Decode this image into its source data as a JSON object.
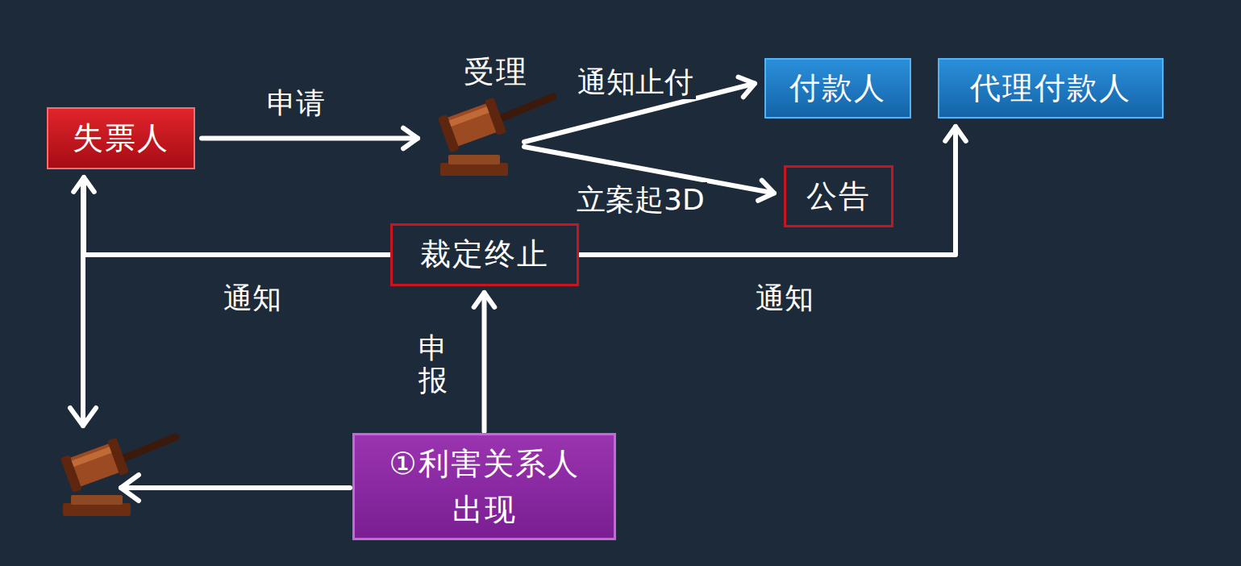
{
  "diagram": {
    "nodes": [
      {
        "text": [
          "失票人"
        ]
      },
      {
        "text": [
          "受理"
        ]
      },
      {
        "text": [
          "付款人"
        ]
      },
      {
        "text": [
          "代理付款人"
        ]
      },
      {
        "text": [
          "公告"
        ]
      },
      {
        "text": [
          "裁定终止"
        ]
      },
      {
        "text": [
          "①利害关系人 出现"
        ]
      }
    ],
    "edges": [
      {
        "from": 0,
        "to": 1,
        "label": "申请",
        "arrow": "to"
      },
      {
        "from": 1,
        "to": 2,
        "label": "通知止付",
        "arrow": "to"
      },
      {
        "from": 1,
        "to": 4,
        "label": "立案起3D",
        "arrow": "to"
      },
      {
        "from": 5,
        "to": 0,
        "label": "通知",
        "arrow": "to"
      },
      {
        "from": 5,
        "to": 3,
        "label": "通知",
        "arrow": "to"
      },
      {
        "from": 6,
        "to": 5,
        "label": "申报",
        "arrow": "to"
      }
    ]
  }
}
